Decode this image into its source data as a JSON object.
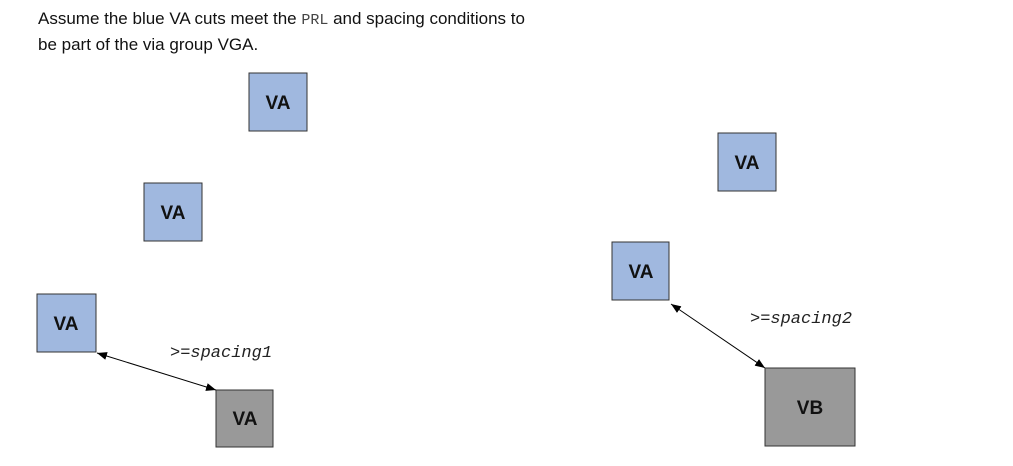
{
  "caption": {
    "part1": "Assume the blue VA cuts meet the ",
    "code": "PRL",
    "part2": " and spacing conditions to",
    "line2": "be part of the via group VGA."
  },
  "colors": {
    "blue_cut": "#a0b8df",
    "gray_cut": "#999999"
  },
  "cuts": [
    "VA",
    "VA",
    "VA",
    "VA",
    "VA",
    "VA",
    "VB"
  ],
  "spacing_labels": [
    ">=spacing1",
    ">=spacing2"
  ]
}
